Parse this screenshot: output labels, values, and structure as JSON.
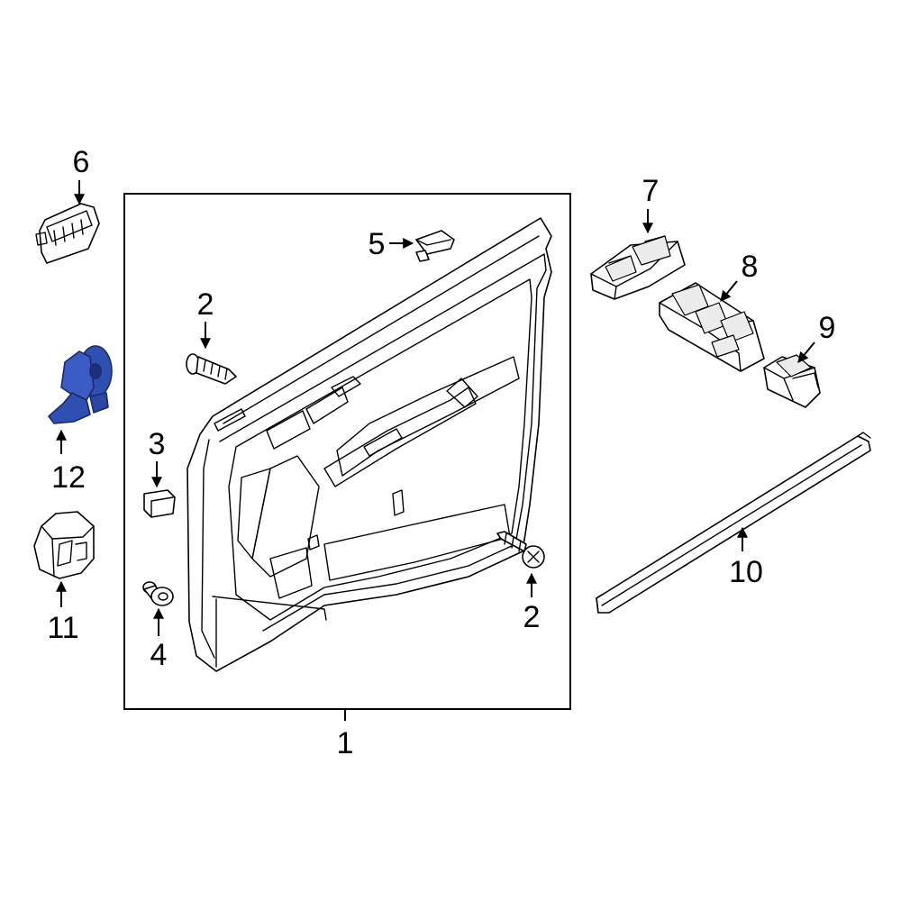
{
  "highlight_color": "#2f4fb3",
  "callouts": {
    "c1": "1",
    "c2a": "2",
    "c2b": "2",
    "c3": "3",
    "c4": "4",
    "c5": "5",
    "c6": "6",
    "c7": "7",
    "c8": "8",
    "c9": "9",
    "c10": "10",
    "c11": "11",
    "c12": "12"
  },
  "parts": [
    "door-trim-panel",
    "screw",
    "clip",
    "fastener",
    "bracket",
    "courtesy-lamp",
    "window-switch-master",
    "window-switch-assembly",
    "window-switch-single",
    "belt-weatherstrip",
    "speaker-grille",
    "speaker-bracket"
  ]
}
